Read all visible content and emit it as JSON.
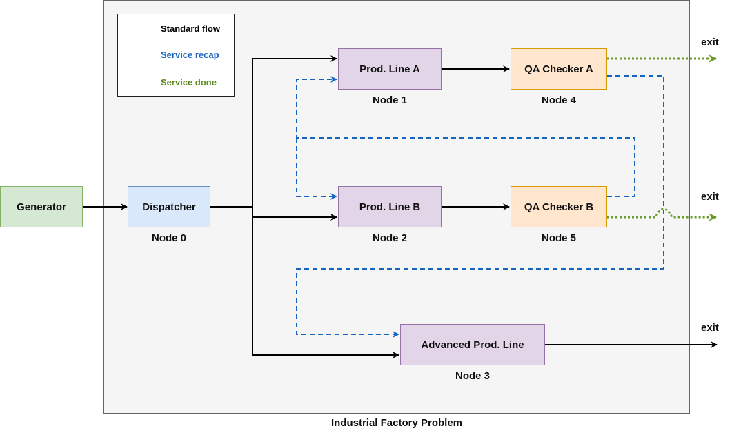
{
  "diagram": {
    "title": "Industrial Factory Problem",
    "colors": {
      "standard_flow": "#000000",
      "service_recap": "#1565c0",
      "service_done": "#6a9a2a"
    },
    "legend": {
      "standard_flow": "Standard flow",
      "service_recap": "Service recap",
      "service_done": "Service done"
    },
    "nodes": {
      "generator": {
        "label": "Generator"
      },
      "dispatcher": {
        "label": "Dispatcher",
        "caption": "Node 0"
      },
      "prod_a": {
        "label": "Prod. Line A",
        "caption": "Node 1"
      },
      "prod_b": {
        "label": "Prod. Line B",
        "caption": "Node 2"
      },
      "advanced": {
        "label": "Advanced Prod. Line",
        "caption": "Node 3"
      },
      "qa_a": {
        "label": "QA Checker A",
        "caption": "Node 4"
      },
      "qa_b": {
        "label": "QA Checker B",
        "caption": "Node 5"
      }
    },
    "exits": {
      "top": "exit",
      "middle": "exit",
      "bottom": "exit"
    }
  }
}
